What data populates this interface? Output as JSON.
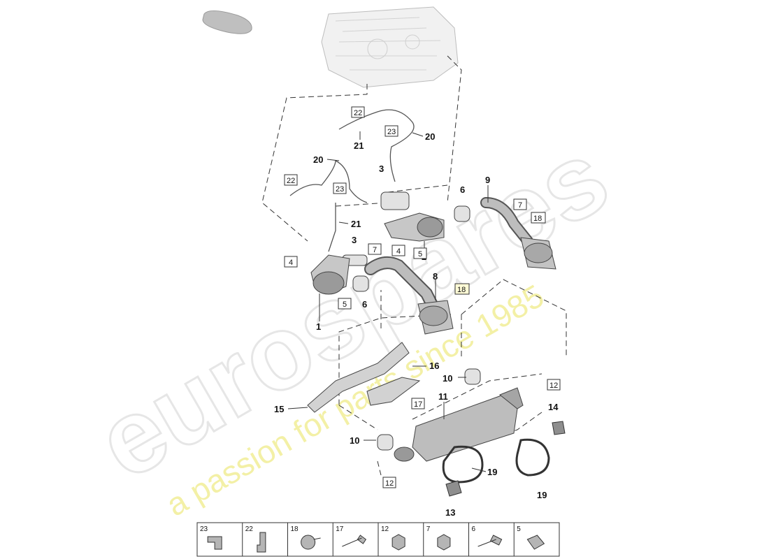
{
  "watermark": {
    "brand": "eurospares",
    "tagline": "a passion for parts since 1985"
  },
  "callouts": {
    "c1": "1",
    "c2": "2",
    "c3a": "3",
    "c3b": "3",
    "c6a": "6",
    "c6b": "6",
    "c8": "8",
    "c9": "9",
    "c10a": "10",
    "c10b": "10",
    "c11": "11",
    "c13": "13",
    "c14": "14",
    "c15": "15",
    "c16": "16",
    "c19a": "19",
    "c19b": "19",
    "c20a": "20",
    "c20b": "20",
    "c21a": "21",
    "c21b": "21"
  },
  "boxed_labels": {
    "b22a": "22",
    "b23a": "23",
    "b22b": "22",
    "b23b": "23",
    "b7a": "7",
    "b7b": "7",
    "b4a": "4",
    "b4b": "4",
    "b5a": "5",
    "b5b": "5",
    "b18a": "18",
    "b18b": "18",
    "b17": "17",
    "b12a": "12",
    "b12b": "12"
  },
  "parts_strip": [
    "23",
    "22",
    "18",
    "17",
    "12",
    "7",
    "6",
    "5"
  ],
  "colors": {
    "line": "#222222",
    "part_fill": "#c9c9c9",
    "part_dark": "#8a8a8a",
    "highlight_box": "#fffbd6",
    "watermark_grey": "#ececec",
    "watermark_yellow": "#f3f0a6"
  }
}
